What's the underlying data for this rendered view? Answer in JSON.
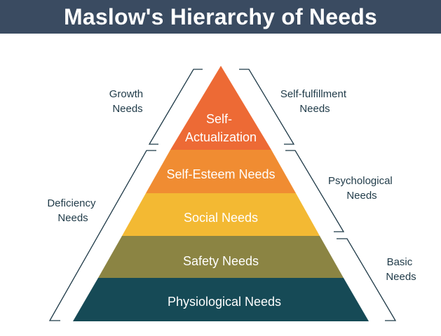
{
  "title": "Maslow's Hierarchy of Needs",
  "levels": [
    {
      "label_lines": [
        "Self-",
        "Actualization"
      ],
      "color": "#ed6a35"
    },
    {
      "label_lines": [
        "Self-Esteem Needs"
      ],
      "color": "#f08c32"
    },
    {
      "label_lines": [
        "Social Needs"
      ],
      "color": "#f3b933"
    },
    {
      "label_lines": [
        "Safety Needs"
      ],
      "color": "#8b8443"
    },
    {
      "label_lines": [
        "Physiological Needs"
      ],
      "color": "#164a56"
    }
  ],
  "left_groups": [
    {
      "label_lines": [
        "Growth",
        "Needs"
      ]
    },
    {
      "label_lines": [
        "Deficiency",
        "Needs"
      ]
    }
  ],
  "right_groups": [
    {
      "label_lines": [
        "Self-fulfillment",
        "Needs"
      ]
    },
    {
      "label_lines": [
        "Psychological",
        "Needs"
      ]
    },
    {
      "label_lines": [
        "Basic",
        "Needs"
      ]
    }
  ],
  "colors": {
    "title_bar": "#3a4b61",
    "bracket": "#1f3a48"
  }
}
